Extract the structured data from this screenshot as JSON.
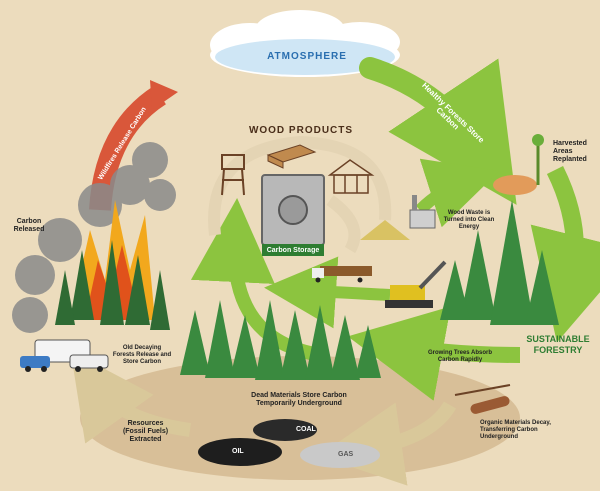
{
  "labels": {
    "atmosphere": "ATMOSPHERE",
    "healthy_forests": "Healthy Forests Store Carbon",
    "wildfires": "Wildfires Release Carbon",
    "wood_products": "WOOD PRODUCTS",
    "carbon_storage": "Carbon Storage",
    "harvested": "Harvested Areas Replanted",
    "carbon_released": "Carbon Released",
    "wood_waste": "Wood Waste is Turned into Clean Energy",
    "sustainable_forestry": "SUSTAINABLE FORESTRY",
    "old_decaying": "Old Decaying Forests Release and Store Carbon",
    "growing_trees": "Growing Trees Absorb Carbon Rapidly",
    "dead_materials": "Dead Materials Store Carbon Temporarily Underground",
    "resources": "Resources (Fossil Fuels) Extracted",
    "organic_materials": "Organic Materials Decay, Transferring Carbon Underground",
    "coal": "COAL",
    "oil": "OIL",
    "gas": "GAS"
  },
  "colors": {
    "background": "#ecdcbd",
    "arrow_green": "#8cc43f",
    "arrow_red": "#d9573a",
    "arrow_tan": "#d9c89a",
    "tree_green": "#2e7d32",
    "title_blue": "#2a6fb0"
  }
}
